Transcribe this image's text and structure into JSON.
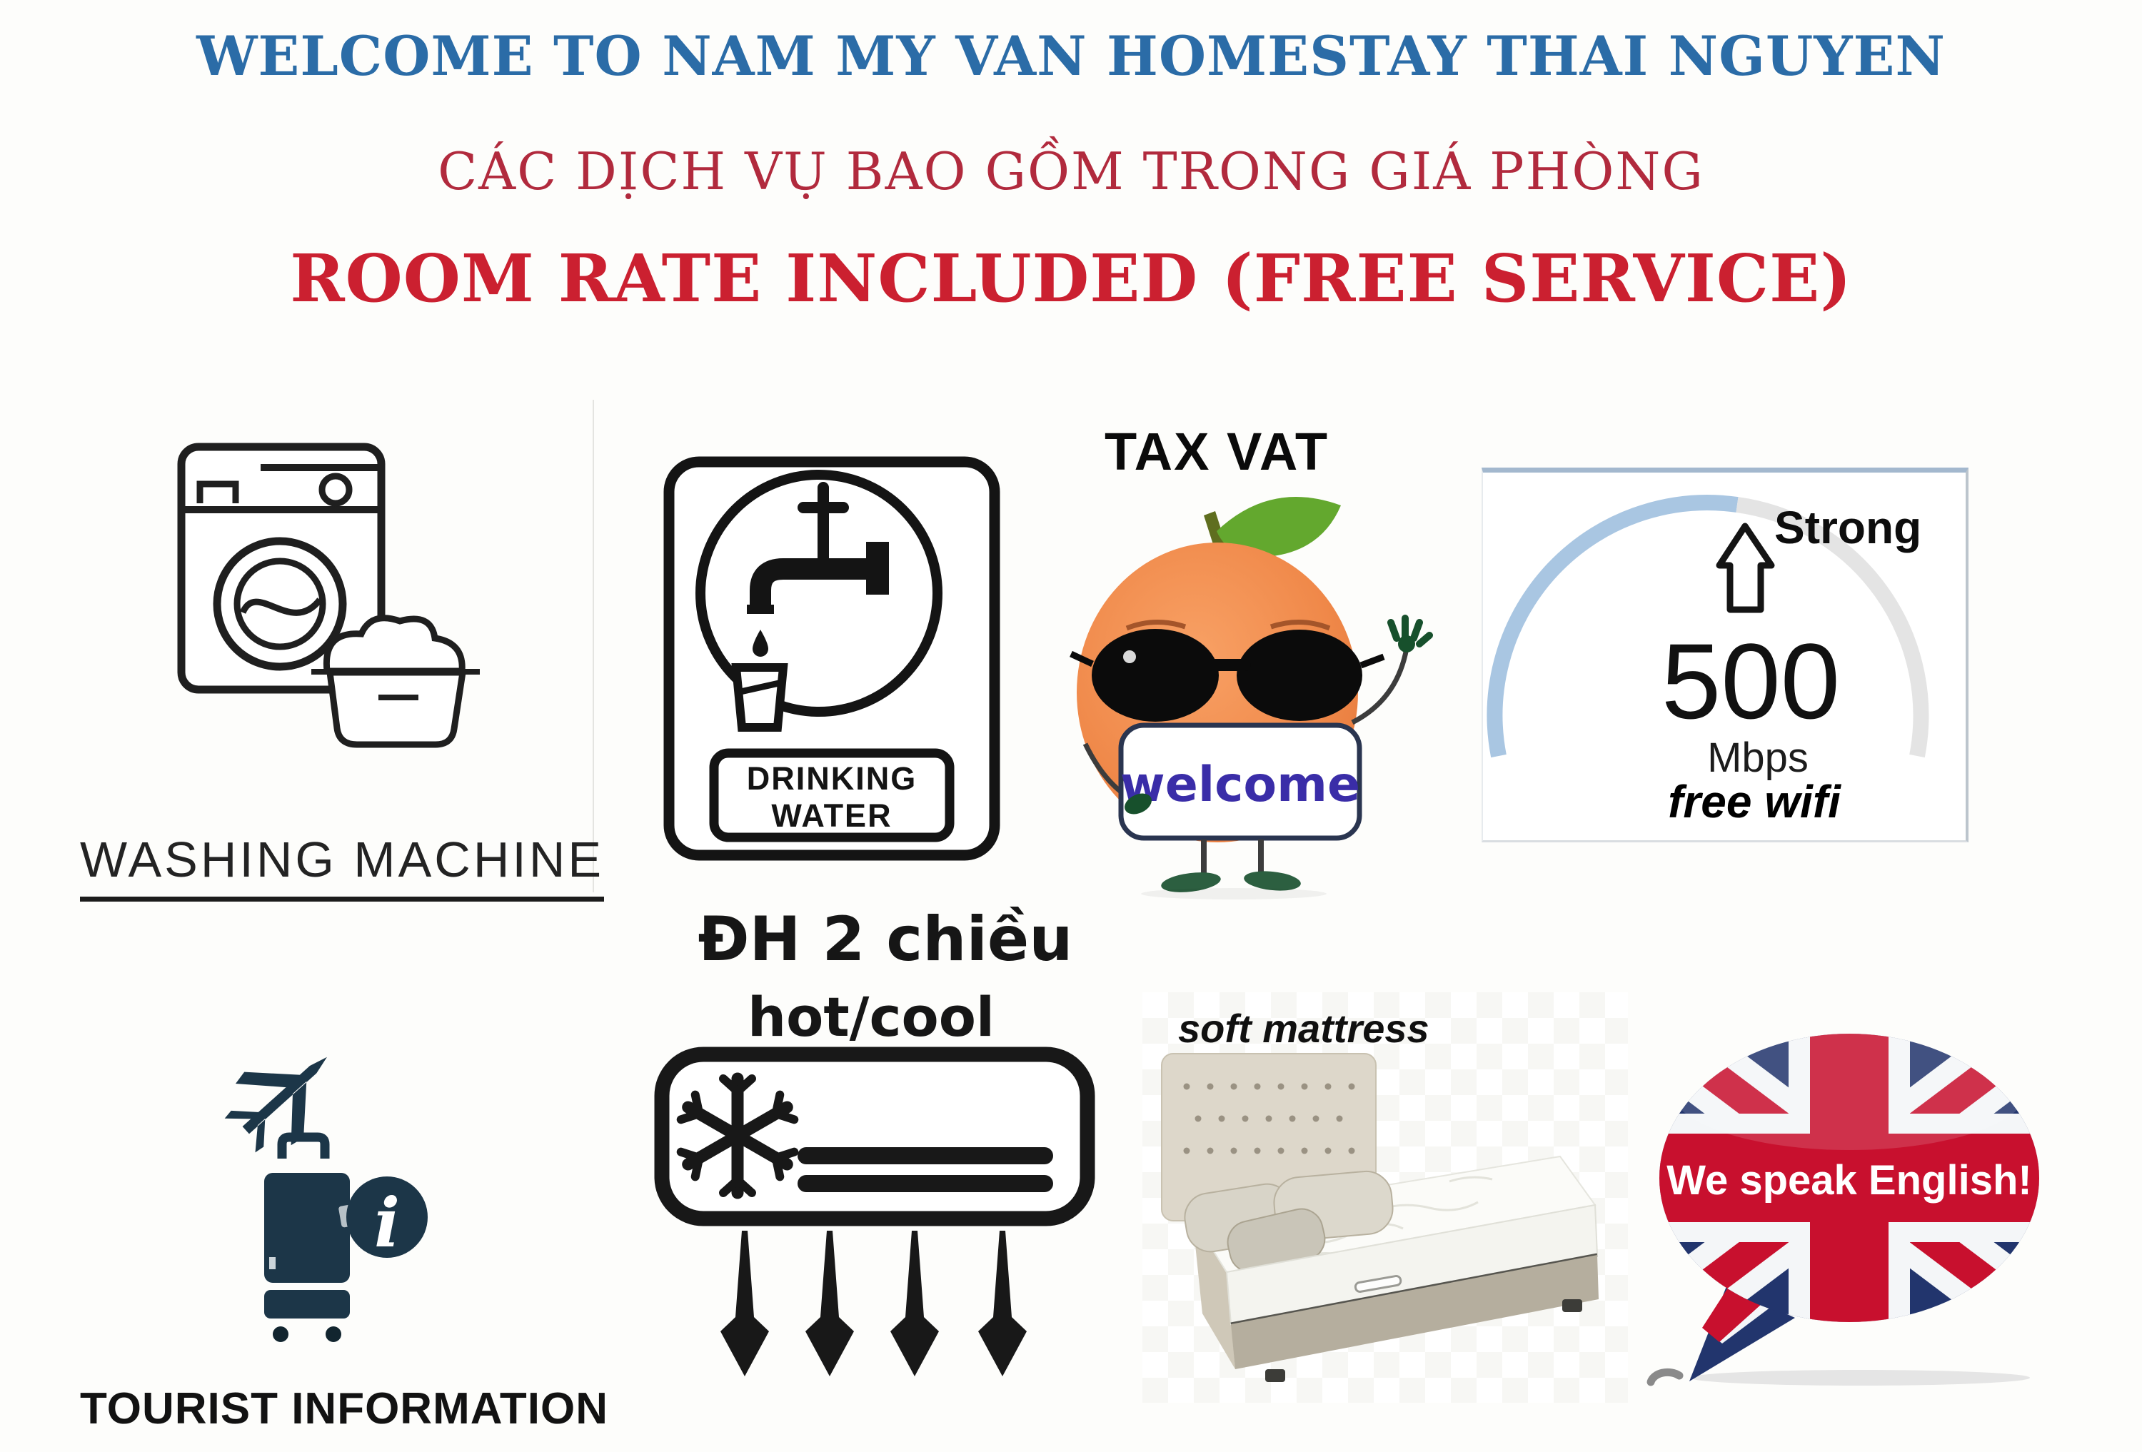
{
  "page": {
    "background_color": "#fdfdfb"
  },
  "header": {
    "title": "WELCOME TO NAM MY VAN HOMESTAY THAI NGUYEN",
    "subtitle_vi": "CÁC DỊCH VỤ BAO GỒM TRONG GIÁ PHÒNG",
    "subtitle_en": "ROOM RATE INCLUDED (FREE SERVICE)",
    "colors": {
      "title_blue": "#2b6ca7",
      "subtitle_red": "#b12a3d",
      "headline_red": "#cb2030"
    }
  },
  "services": {
    "washing_machine": {
      "icon": "washing-machine-icon",
      "label": "WASHING MACHINE"
    },
    "drinking_water": {
      "icon": "drinking-water-tap-icon",
      "sign_line1": "DRINKING",
      "sign_line2": "WATER"
    },
    "tax_vat": {
      "icon": "orange-mascot-sunglasses-icon",
      "label": "TAX VAT",
      "sign_text": "welcome",
      "sign_text_color": "#3a2da8"
    },
    "wifi": {
      "icon": "wifi-speed-gauge-icon",
      "strength": "Strong",
      "speed": "500",
      "unit": "Mbps",
      "caption": "free wifi",
      "colors": {
        "active_arc": "#a9c6e2",
        "inactive_arc": "#e4e4e4"
      }
    },
    "tourist_information": {
      "icon": "airplane-luggage-info-icon",
      "label": "TOURIST INFORMATION",
      "color": "#1c3648"
    },
    "air_conditioner": {
      "icon": "air-conditioner-snowflake-icon",
      "title": "ĐH 2 chiều",
      "subtitle": "hot/cool"
    },
    "soft_mattress": {
      "icon": "bed-illustration",
      "label": "soft mattress"
    },
    "speak_english": {
      "icon": "uk-flag-speech-bubble-icon",
      "label": "We speak English!",
      "colors": {
        "flag_navy": "#22356d",
        "flag_red": "#c8102e"
      }
    }
  }
}
